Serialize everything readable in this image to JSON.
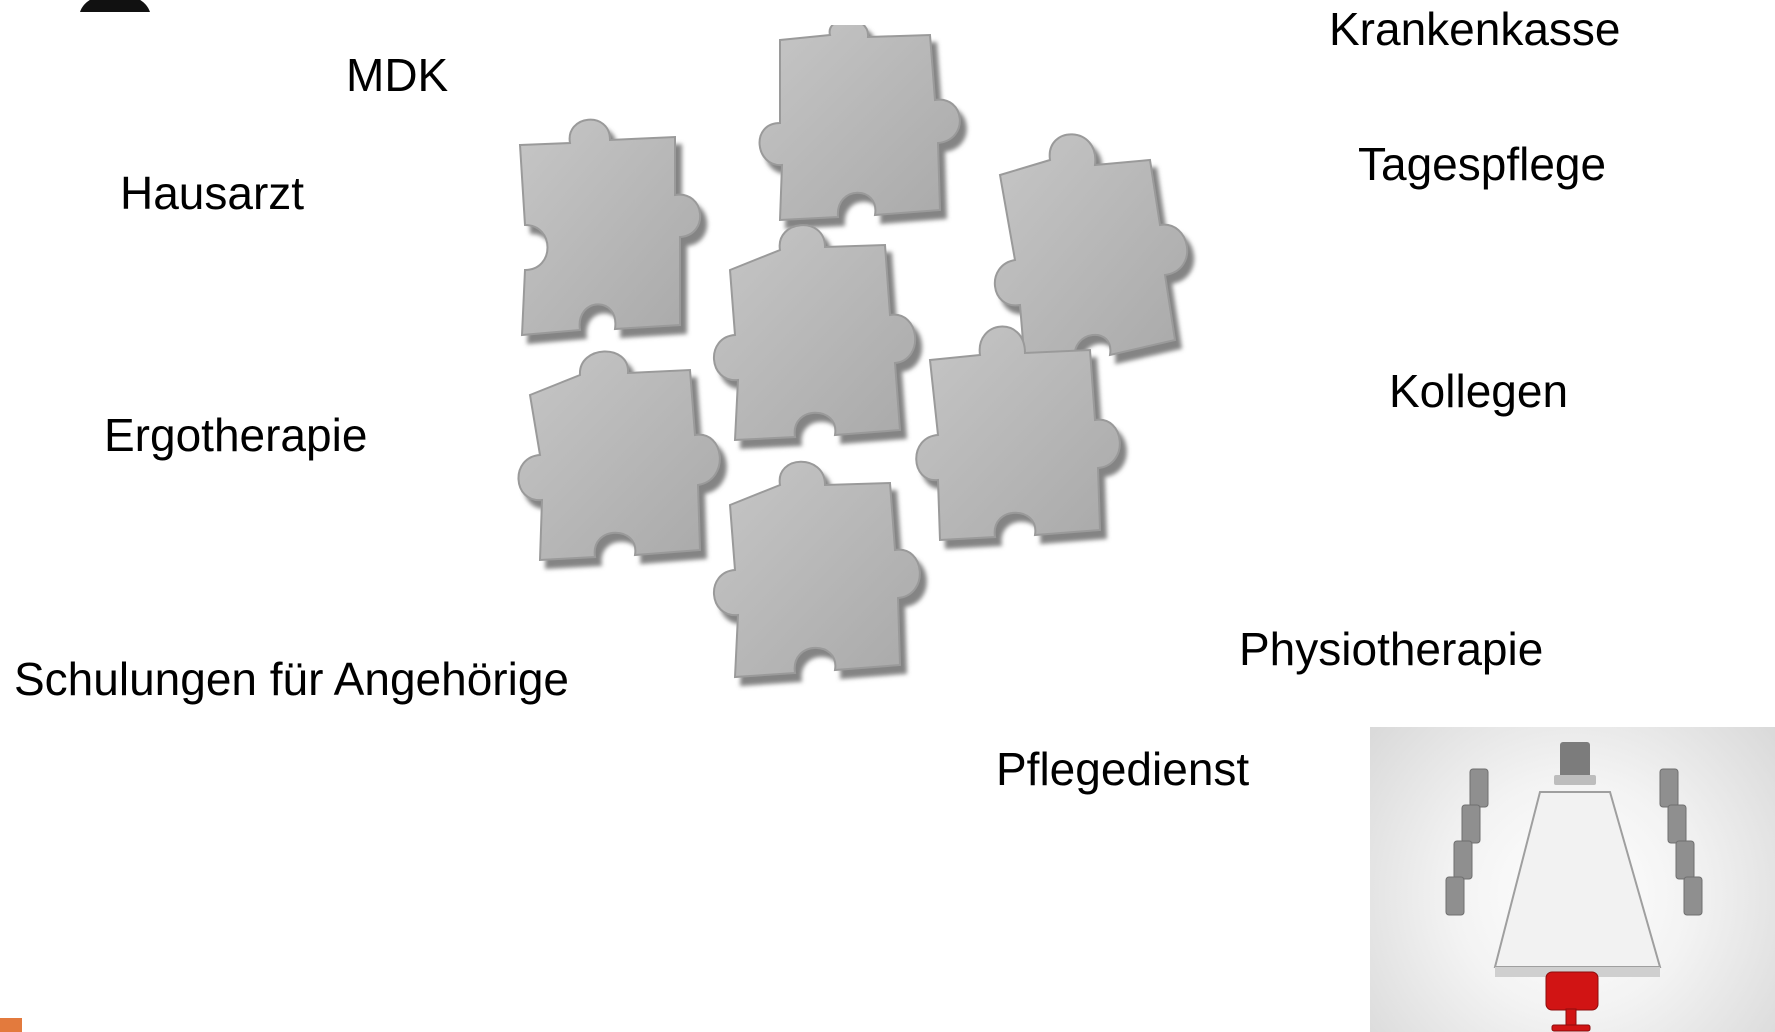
{
  "labels": {
    "mdk": "MDK",
    "krankenkasse": "Krankenkasse",
    "hausarzt": "Hausarzt",
    "tagespflege": "Tagespflege",
    "kollegen": "Kollegen",
    "ergotherapie": "Ergotherapie",
    "physiotherapie": "Physiotherapie",
    "schulungen": "Schulungen für Angehörige",
    "pflegedienst": "Pflegedienst"
  },
  "colors": {
    "puzzle_fill": "#b3b3b3",
    "puzzle_edge": "#8a8a8a",
    "accent_orange": "#e37a3d",
    "chair_red": "#d11414"
  },
  "icons": {
    "puzzle": "puzzle-pieces-graphic",
    "meeting": "conference-table-image"
  }
}
